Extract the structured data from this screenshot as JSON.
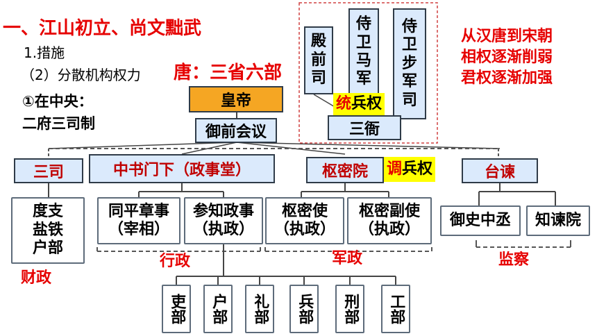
{
  "title": "一、江山初立、尚文黜武",
  "measures": "1.措施",
  "sub": "（2）分散机构权力",
  "tang": "唐：三省六部",
  "central": "①在中央：",
  "system": "二府三司制",
  "emperor": "皇帝",
  "council": "御前会议",
  "sansi": "三司",
  "zhongshu": "中书门下（政事堂）",
  "shumi": "枢密院",
  "taijian": "台谏",
  "duzhi": [
    "度支",
    "盐铁",
    "户部"
  ],
  "tongping": [
    "同平章事",
    "（宰相）"
  ],
  "canzhi": [
    "参知政事",
    "（执政）"
  ],
  "shumishi": [
    "枢密使",
    "（执政）"
  ],
  "shumifushi": [
    "枢密副使",
    "（执政）"
  ],
  "yushi": "御史中丞",
  "zhijian": "知谏院",
  "caizheng": "财政",
  "xingzheng": "行政",
  "junzheng": "军政",
  "jiancha": "监察",
  "diaobingquan": {
    "prefix": "调",
    "rest": "兵权"
  },
  "tongbingquan": {
    "prefix": "统",
    "rest": "兵权"
  },
  "sanya": "三衙",
  "dianqiansi": [
    "殿",
    "前",
    "司"
  ],
  "shiweimajun": [
    "侍",
    "卫",
    "马",
    "军"
  ],
  "shiweibujunsi": [
    "侍",
    "卫",
    "步",
    "军",
    "司"
  ],
  "note": [
    "从汉唐到宋朝",
    "相权逐渐削弱",
    "君权逐渐加强"
  ],
  "six_ministries": [
    "吏部",
    "户部",
    "礼部",
    "兵部",
    "刑部",
    "工部"
  ],
  "colors": {
    "red": "#e60000",
    "darkred": "#c00000",
    "orange": "#f5a623",
    "yellow": "#ffff00",
    "lightblue": "#dbeafc"
  }
}
